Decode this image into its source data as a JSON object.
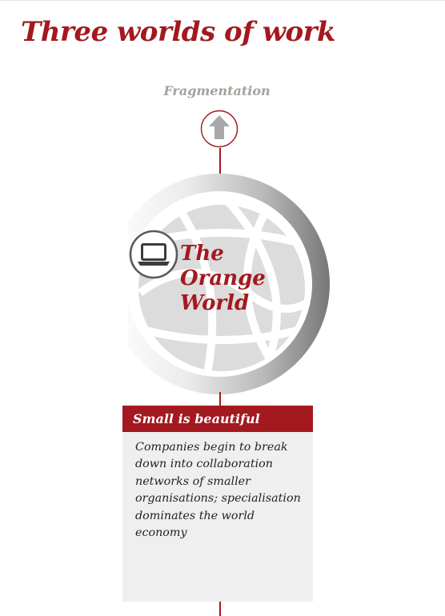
{
  "page": {
    "title": "Three worlds of work",
    "axis_label": "Fragmentation"
  },
  "world": {
    "name_lines": [
      "The",
      "Orange",
      "World"
    ]
  },
  "card": {
    "heading": "Small is beautiful",
    "body": "Companies begin to break down into collaboration networks of smaller organisations; specialisation dominates the world economy"
  },
  "icons": {
    "arrow": "arrow-up-icon",
    "laptop": "laptop-icon",
    "globe": "globe-icon"
  },
  "colors": {
    "accent_red": "#a3191f",
    "arrow_grey": "#a9a9a9",
    "axis_label_grey": "#a6a19c",
    "globe_grey": "#dedede",
    "card_background": "#efefef"
  }
}
